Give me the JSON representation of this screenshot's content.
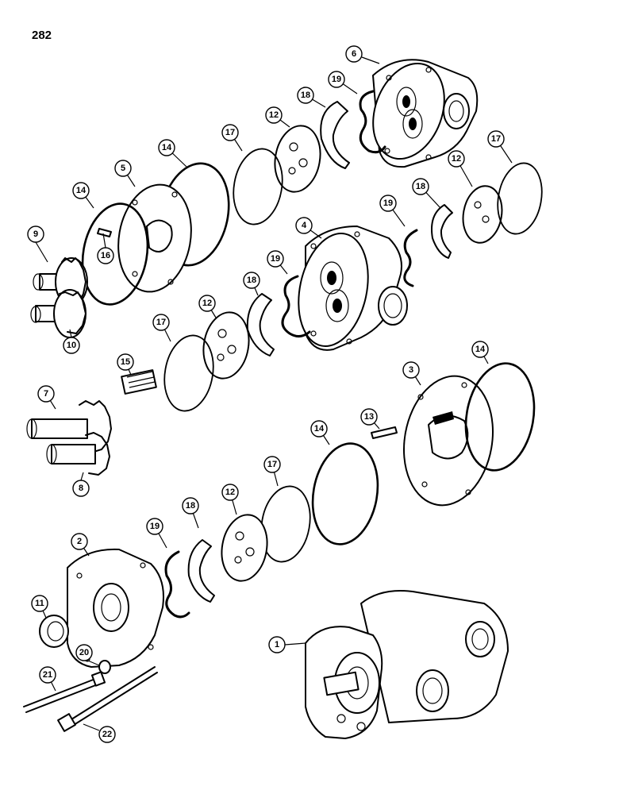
{
  "page": {
    "number": "282"
  },
  "callouts": [
    "1",
    "2",
    "3",
    "4",
    "5",
    "6",
    "7",
    "8",
    "9",
    "10",
    "11",
    "12",
    "13",
    "14",
    "15",
    "16",
    "17",
    "18",
    "19",
    "20",
    "21",
    "22"
  ]
}
